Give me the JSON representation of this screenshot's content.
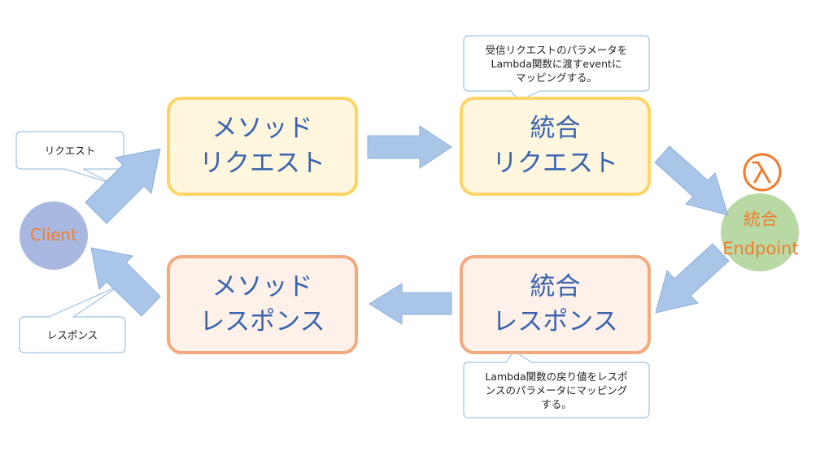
{
  "client": {
    "label": "Client"
  },
  "method_request": {
    "lines": [
      "メソッド",
      "リクエスト"
    ]
  },
  "integration_request": {
    "lines": [
      "統合",
      "リクエスト"
    ]
  },
  "method_response": {
    "lines": [
      "メソッド",
      "レスポンス"
    ]
  },
  "integration_response": {
    "lines": [
      "統合",
      "レスポンス"
    ]
  },
  "endpoint": {
    "lines": [
      "統合",
      "Endpoint"
    ],
    "icon": "lambda-icon"
  },
  "callouts": {
    "request": "リクエスト",
    "response": "レスポンス",
    "integration_request_note": [
      "受信リクエストのパラメータを",
      "Lambda関数に渡すeventに",
      "マッピングする。"
    ],
    "integration_response_note": [
      "Lambda関数の戻り値をレスポ",
      "ンスのパラメータにマッピング",
      "する。"
    ]
  },
  "colors": {
    "arrow": "#a9c5e8",
    "arrow_stroke": "#8fb0dc",
    "client_fill": "#a8b8e0",
    "endpoint_fill": "#b9d9a4",
    "request_box_border": "#fcd566",
    "response_box_border": "#f2aa80",
    "box_text": "#3a63b0",
    "accent_orange": "#ee7d2f",
    "callout_border": "#9fc3df"
  }
}
